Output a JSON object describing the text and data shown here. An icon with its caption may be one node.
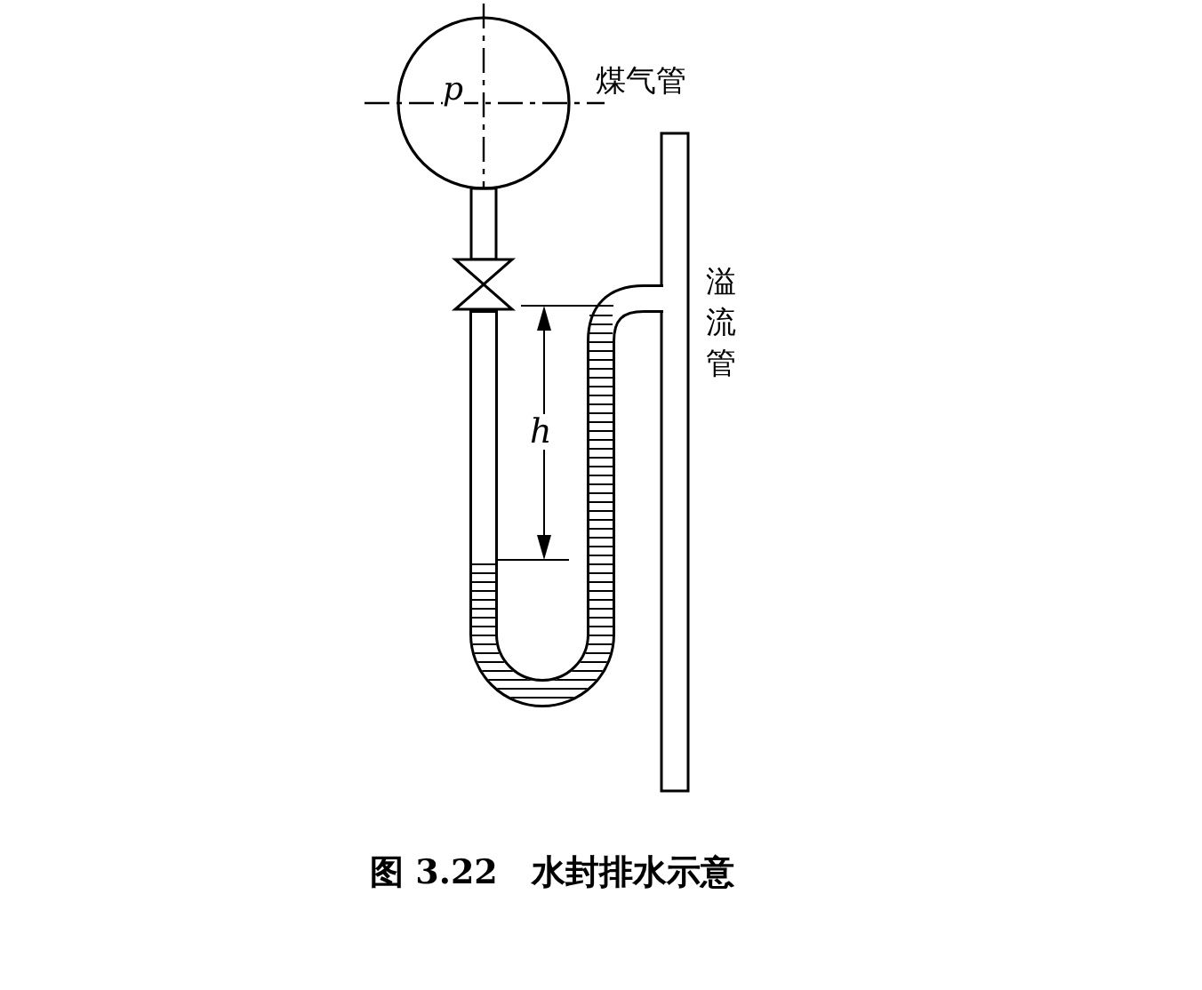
{
  "diagram": {
    "caption": "图 3.22　水封排水示意",
    "nodes": [
      {
        "text": [
          "p"
        ],
        "beside": [
          "煤气管"
        ]
      }
    ],
    "labels": [
      "溢流管",
      "h"
    ]
  }
}
